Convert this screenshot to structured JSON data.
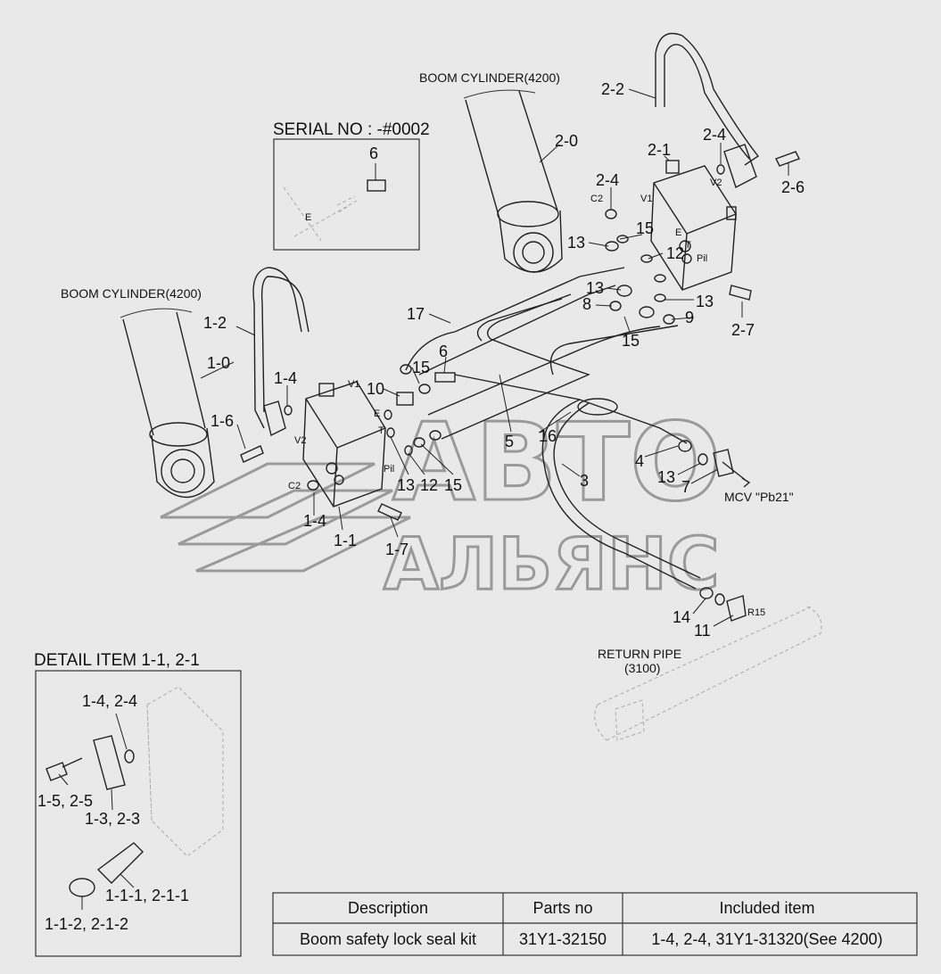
{
  "titles": {
    "boom_cylinder_top": "BOOM CYLINDER(4200)",
    "boom_cylinder_left": "BOOM CYLINDER(4200)",
    "serial": "SERIAL NO : -#0002",
    "detail": "DETAIL ITEM 1-1, 2-1",
    "return_pipe_1": "RETURN PIPE",
    "return_pipe_2": "(3100)",
    "mcv": "MCV \"Pb21\""
  },
  "watermark": {
    "line1": "АВТО",
    "line2": "АЛЬЯНС"
  },
  "callouts": {
    "c_2_2": "2-2",
    "c_2_0": "2-0",
    "c_2_4a": "2-4",
    "c_2_1": "2-1",
    "c_2_6": "2-6",
    "c_2_4b": "2-4",
    "c_15a": "15",
    "c_13a": "13",
    "c_12a": "12",
    "c_13b": "13",
    "c_8": "8",
    "c_13c": "13",
    "c_9": "9",
    "c_2_7": "2-7",
    "c_15b": "15",
    "c_17": "17",
    "c_6a": "6",
    "c_15c": "15",
    "c_10": "10",
    "c_1_2": "1-2",
    "c_1_0": "1-0",
    "c_1_4a": "1-4",
    "c_1_6": "1-6",
    "c_5": "5",
    "c_16": "16",
    "c_4": "4",
    "c_13d": "13",
    "c_7": "7",
    "c_3": "3",
    "c_13e": "13",
    "c_12b": "12",
    "c_15d": "15",
    "c_1_4b": "1-4",
    "c_1_1": "1-1",
    "c_1_7": "1-7",
    "c_14": "14",
    "c_11": "11",
    "c_6b": "6",
    "d_1_4": "1-4, 2-4",
    "d_1_5": "1-5, 2-5",
    "d_1_3": "1-3, 2-3",
    "d_1_1_1": "1-1-1, 2-1-1",
    "d_1_1_2": "1-1-2, 2-1-2"
  },
  "port_labels": {
    "v1_right": "V1",
    "v2_right": "V2",
    "c2_right": "C2",
    "e_right": "E",
    "t_right": "T",
    "pil_right": "Pil",
    "v1_left": "V1",
    "v2_left": "V2",
    "c2_left": "C2",
    "e_left": "E",
    "t_left": "T",
    "pil_left": "Pil",
    "e_serial": "E",
    "r15": "R15"
  },
  "table": {
    "headers": [
      "Description",
      "Parts no",
      "Included item"
    ],
    "rows": [
      [
        "Boom safety lock seal kit",
        "31Y1-32150",
        "1-4, 2-4, 31Y1-31320(See 4200)"
      ]
    ]
  }
}
